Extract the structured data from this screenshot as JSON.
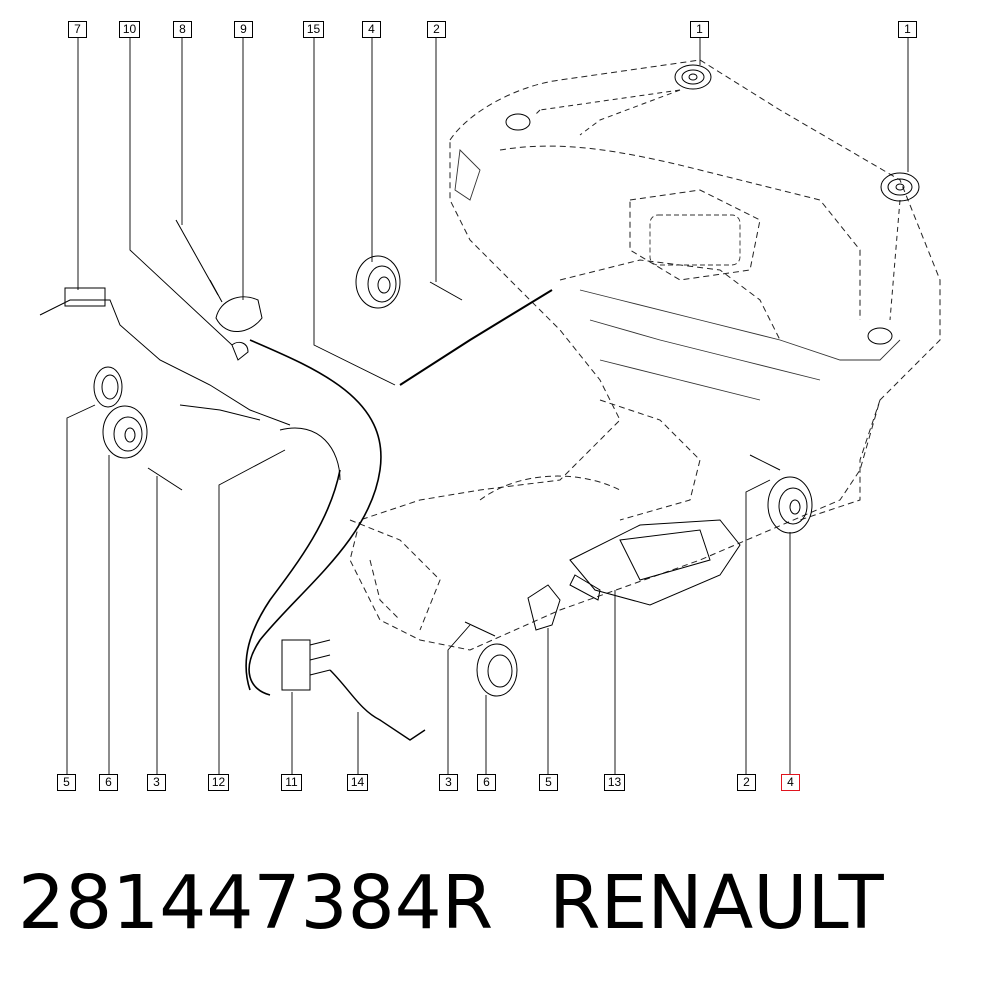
{
  "caption": {
    "part_number": "281447384R",
    "brand": "RENAULT"
  },
  "accent_color": "#e0141e",
  "callouts_top": [
    "7",
    "10",
    "8",
    "9",
    "15",
    "4",
    "2",
    "1",
    "1"
  ],
  "callouts_bottom": [
    "5",
    "6",
    "3",
    "12",
    "11",
    "14",
    "3",
    "6",
    "5",
    "13",
    "2",
    "4"
  ],
  "highlighted_callout": "4"
}
